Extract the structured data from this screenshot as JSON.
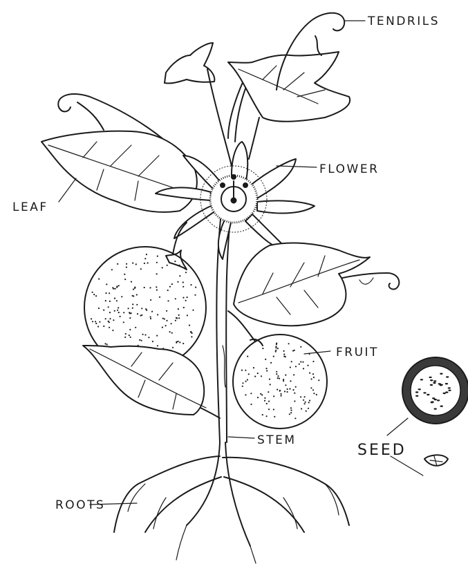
{
  "diagram": {
    "labels": {
      "tendrils": "TENDRILS",
      "flower": "FLOWER",
      "leaf": "LEAF",
      "fruit": "FRUIT",
      "stem": "STEM",
      "seed": "SEED",
      "roots": "ROOTS"
    }
  }
}
